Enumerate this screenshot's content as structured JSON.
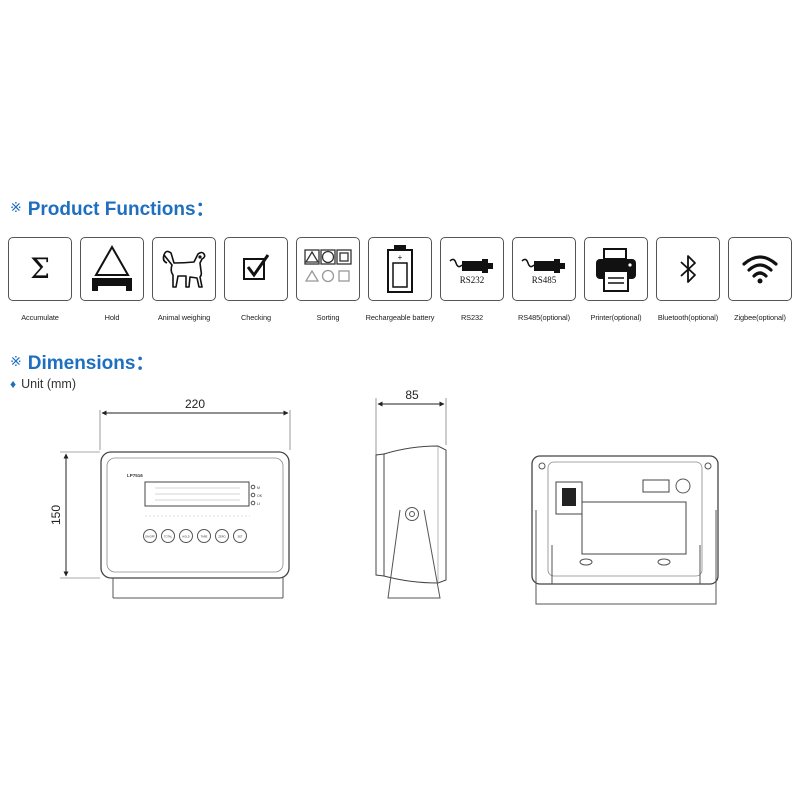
{
  "sections": {
    "functions_mark": "※",
    "functions_title": "Product Functions：",
    "dimensions_mark": "※",
    "dimensions_title": "Dimensions：",
    "unit_bullet": "♦",
    "unit_label": "Unit (mm)"
  },
  "functions": [
    {
      "label": "Accumulate",
      "icon": "sigma-icon"
    },
    {
      "label": "Hold",
      "icon": "hold-triangle-icon"
    },
    {
      "label": "Animal weighing",
      "icon": "dog-icon"
    },
    {
      "label": "Checking",
      "icon": "checkbox-icon"
    },
    {
      "label": "Sorting",
      "icon": "sorting-shapes-icon"
    },
    {
      "label": "Rechargeable battery",
      "icon": "battery-icon",
      "icon_text": "+"
    },
    {
      "label": "RS232",
      "icon": "rs232-plug-icon",
      "icon_text": "RS232"
    },
    {
      "label": "RS485(optional)",
      "icon": "rs485-plug-icon",
      "icon_text": "RS485"
    },
    {
      "label": "Printer(optional)",
      "icon": "printer-icon"
    },
    {
      "label": "Bluetooth(optional)",
      "icon": "bluetooth-icon"
    },
    {
      "label": "Zigbee(optional)",
      "icon": "wifi-icon"
    }
  ],
  "dimensions": {
    "width": "220",
    "height": "150",
    "depth": "85",
    "model": "LP7516",
    "indicators": [
      "M",
      "OK",
      "LI"
    ],
    "key_labels": [
      "ON/OFF",
      "TOTAL",
      "HOLD",
      "TARE",
      "ZERO",
      "SET"
    ]
  }
}
